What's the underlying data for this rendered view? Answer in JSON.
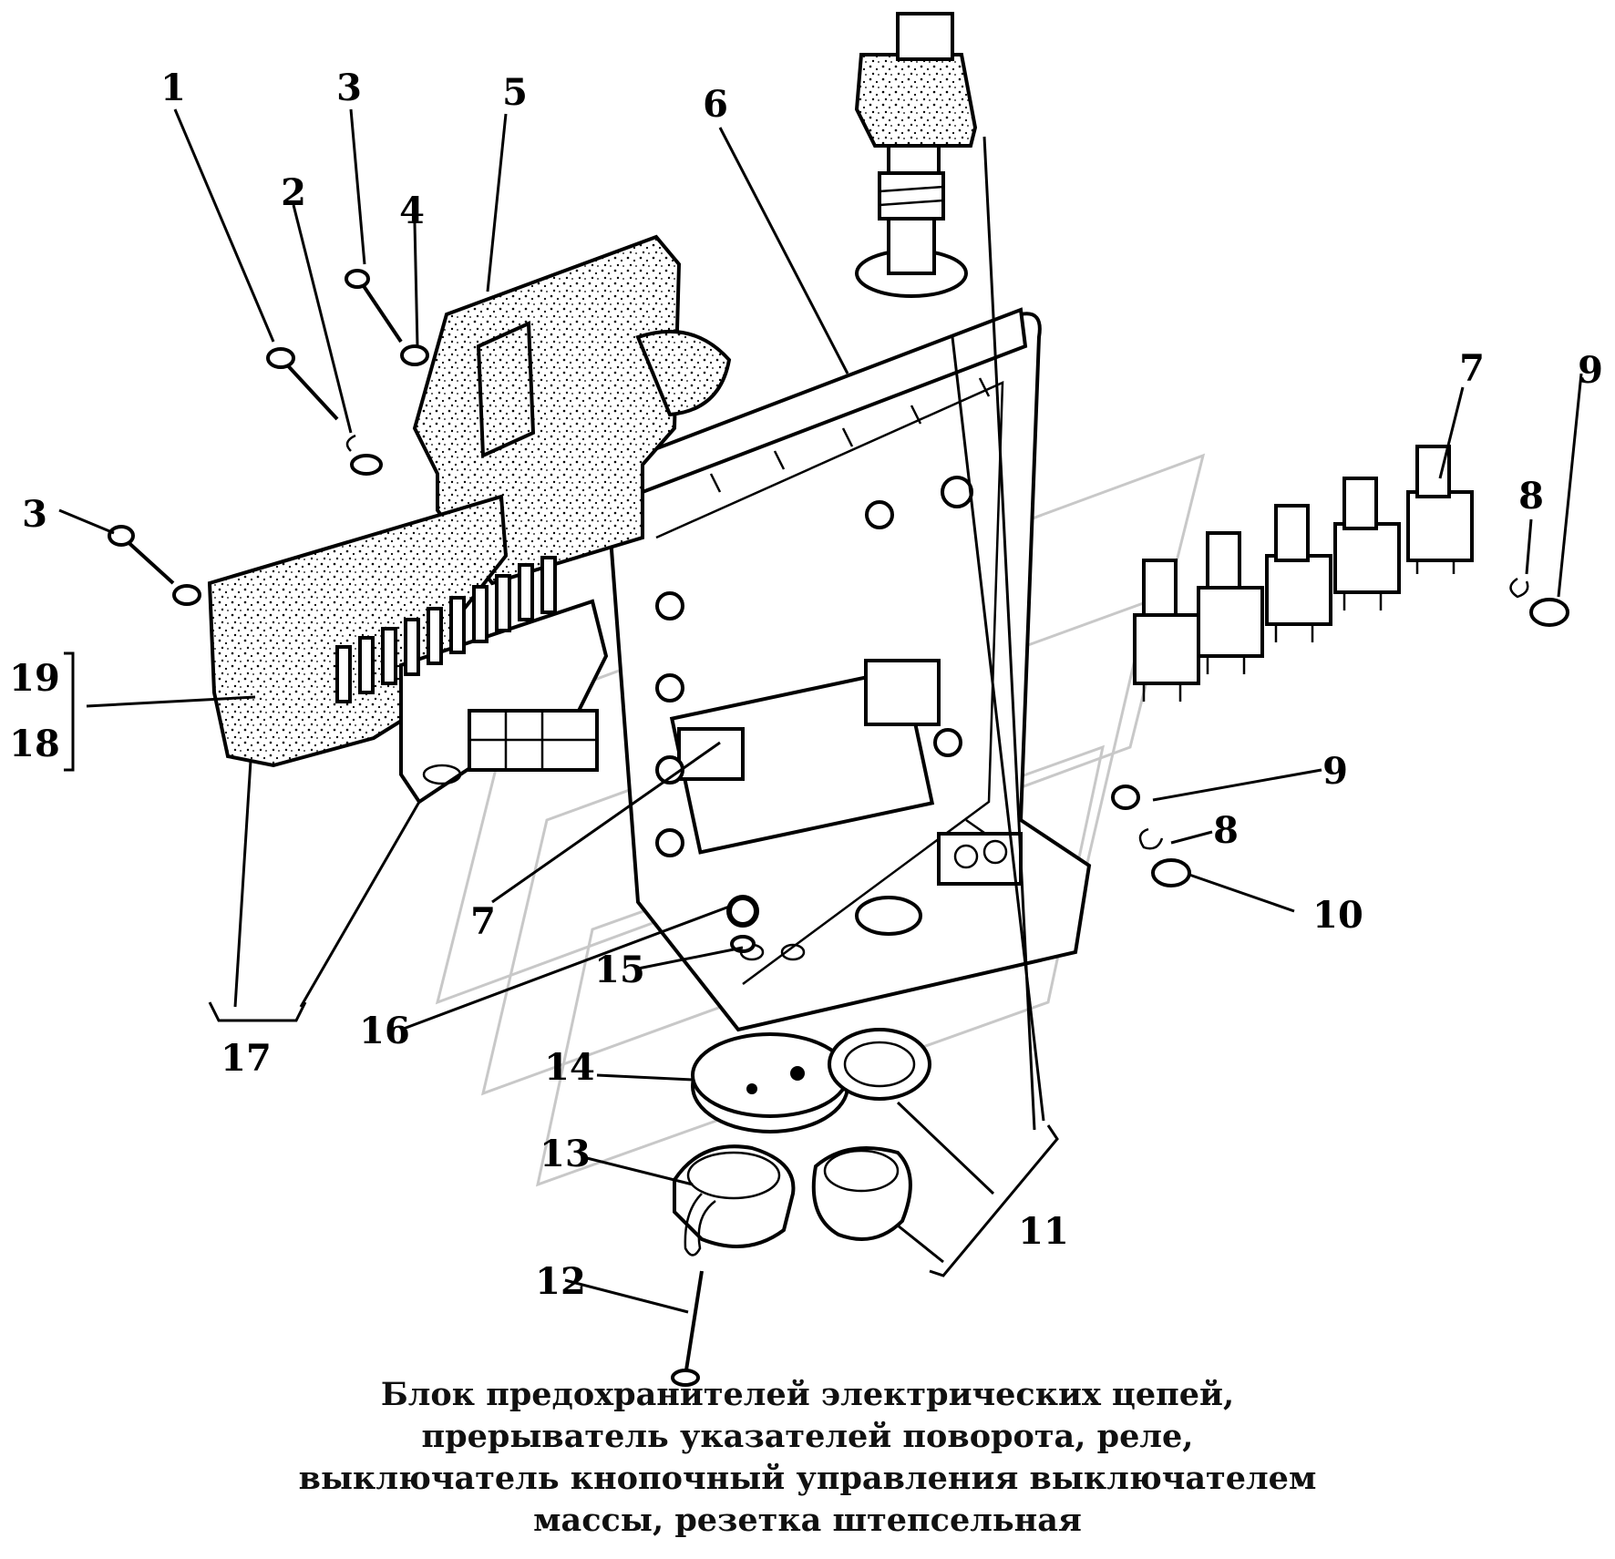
{
  "callouts": [
    "1",
    "2",
    "3",
    "3",
    "4",
    "5",
    "6",
    "7",
    "7",
    "8",
    "8",
    "9",
    "9",
    "10",
    "11",
    "12",
    "13",
    "14",
    "15",
    "16",
    "17",
    "18",
    "19"
  ],
  "caption": {
    "line1": "Блок предохранителей электрических цепей,",
    "line2": "прерыватель указателей поворота, реле,",
    "line3": "выключатель кнопочный управления выключателем",
    "line4": "массы, резетка штепсельная"
  }
}
